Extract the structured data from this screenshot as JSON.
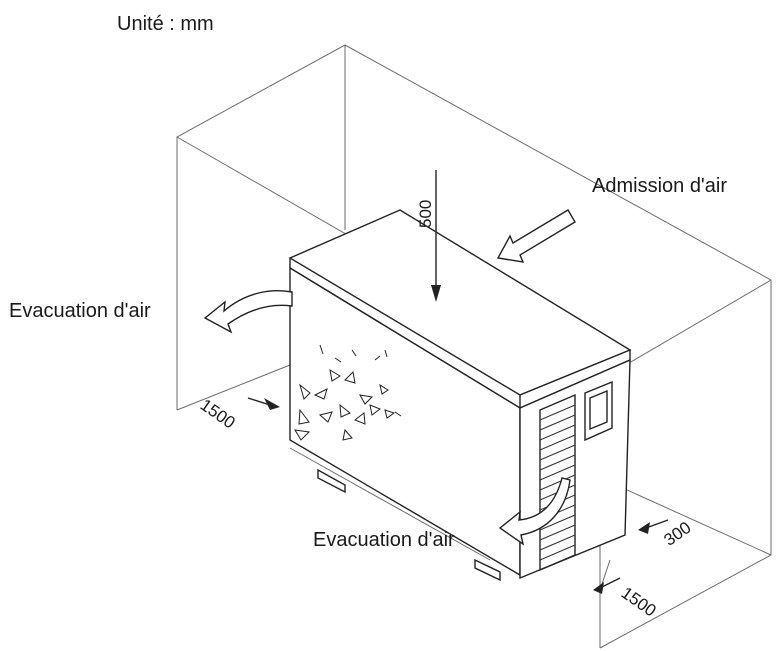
{
  "diagram": {
    "unit_label": "Unité : mm",
    "labels": {
      "air_intake": "Admission d'air",
      "air_exhaust_left": "Evacuation d'air",
      "air_exhaust_front": "Evacuation d'air"
    },
    "dimensions": {
      "top_clearance": "500",
      "left_clearance": "1500",
      "rear_clearance": "300",
      "front_clearance": "1500"
    }
  }
}
